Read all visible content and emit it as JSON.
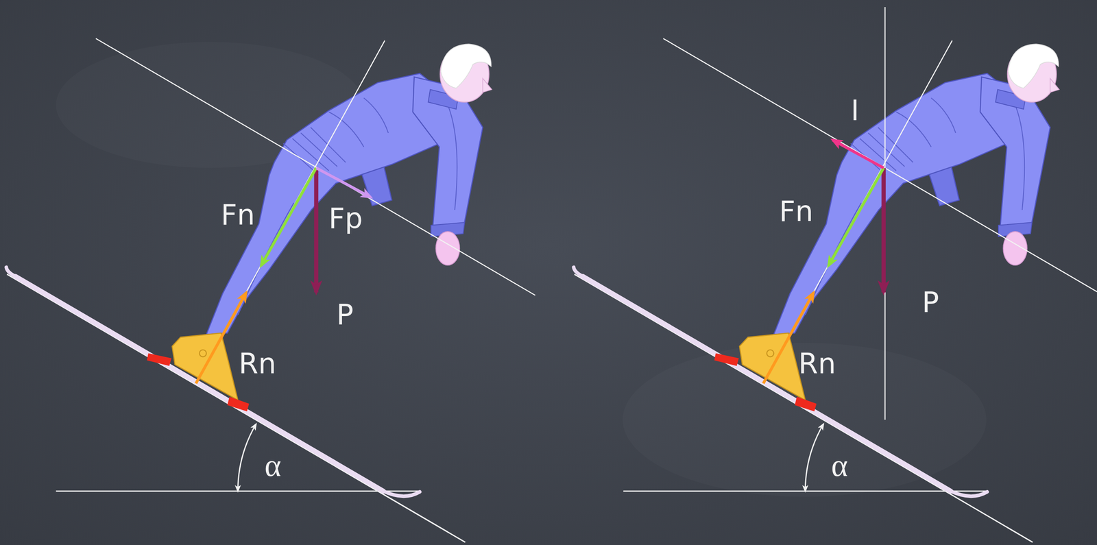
{
  "diagram": {
    "labels": [
      "Fn",
      "Fp",
      "P",
      "Rn",
      "α",
      "I",
      "Fn",
      "P",
      "Rn",
      "α"
    ]
  }
}
